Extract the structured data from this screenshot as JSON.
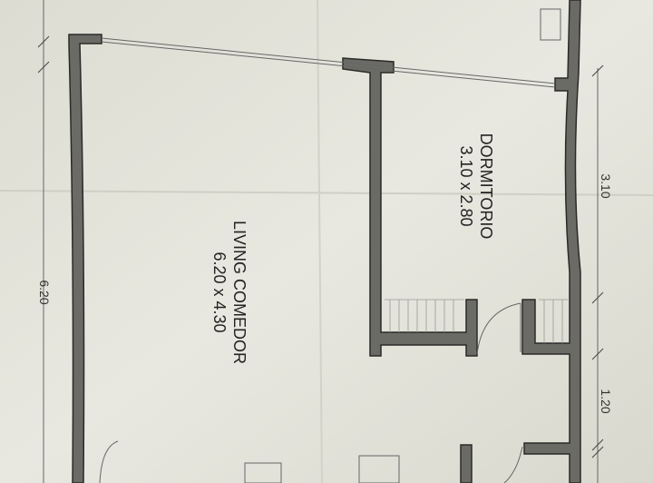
{
  "rooms": {
    "dormitorio": {
      "name": "DORMITORIO",
      "size": "3.10 x 2.80"
    },
    "living": {
      "name": "LIVING COMEDOR",
      "size": "6.20 x 4.30"
    }
  },
  "dimensions": {
    "right_top": "3.10",
    "right_bottom": "1.20",
    "left": "6.20"
  }
}
